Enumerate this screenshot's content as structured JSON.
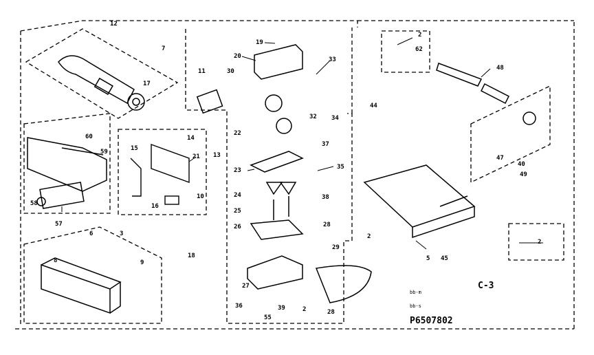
{
  "diagram": {
    "page_code": "C-3",
    "part_number": "P6507802",
    "small_notes": [
      "bb-m",
      "bb-s"
    ],
    "callouts": [
      "12",
      "7",
      "17",
      "19",
      "20",
      "30",
      "11",
      "33",
      "32",
      "34",
      "22",
      "37",
      "44",
      "2",
      "62",
      "48",
      "14",
      "13",
      "15",
      "21",
      "60",
      "59",
      "23",
      "35",
      "58",
      "10",
      "16",
      "57",
      "24",
      "25",
      "38",
      "26",
      "28",
      "6",
      "3",
      "8",
      "9",
      "18",
      "29",
      "27",
      "36",
      "55",
      "40",
      "47",
      "49",
      "2",
      "5",
      "45",
      "2",
      "2",
      "28",
      "39"
    ]
  }
}
